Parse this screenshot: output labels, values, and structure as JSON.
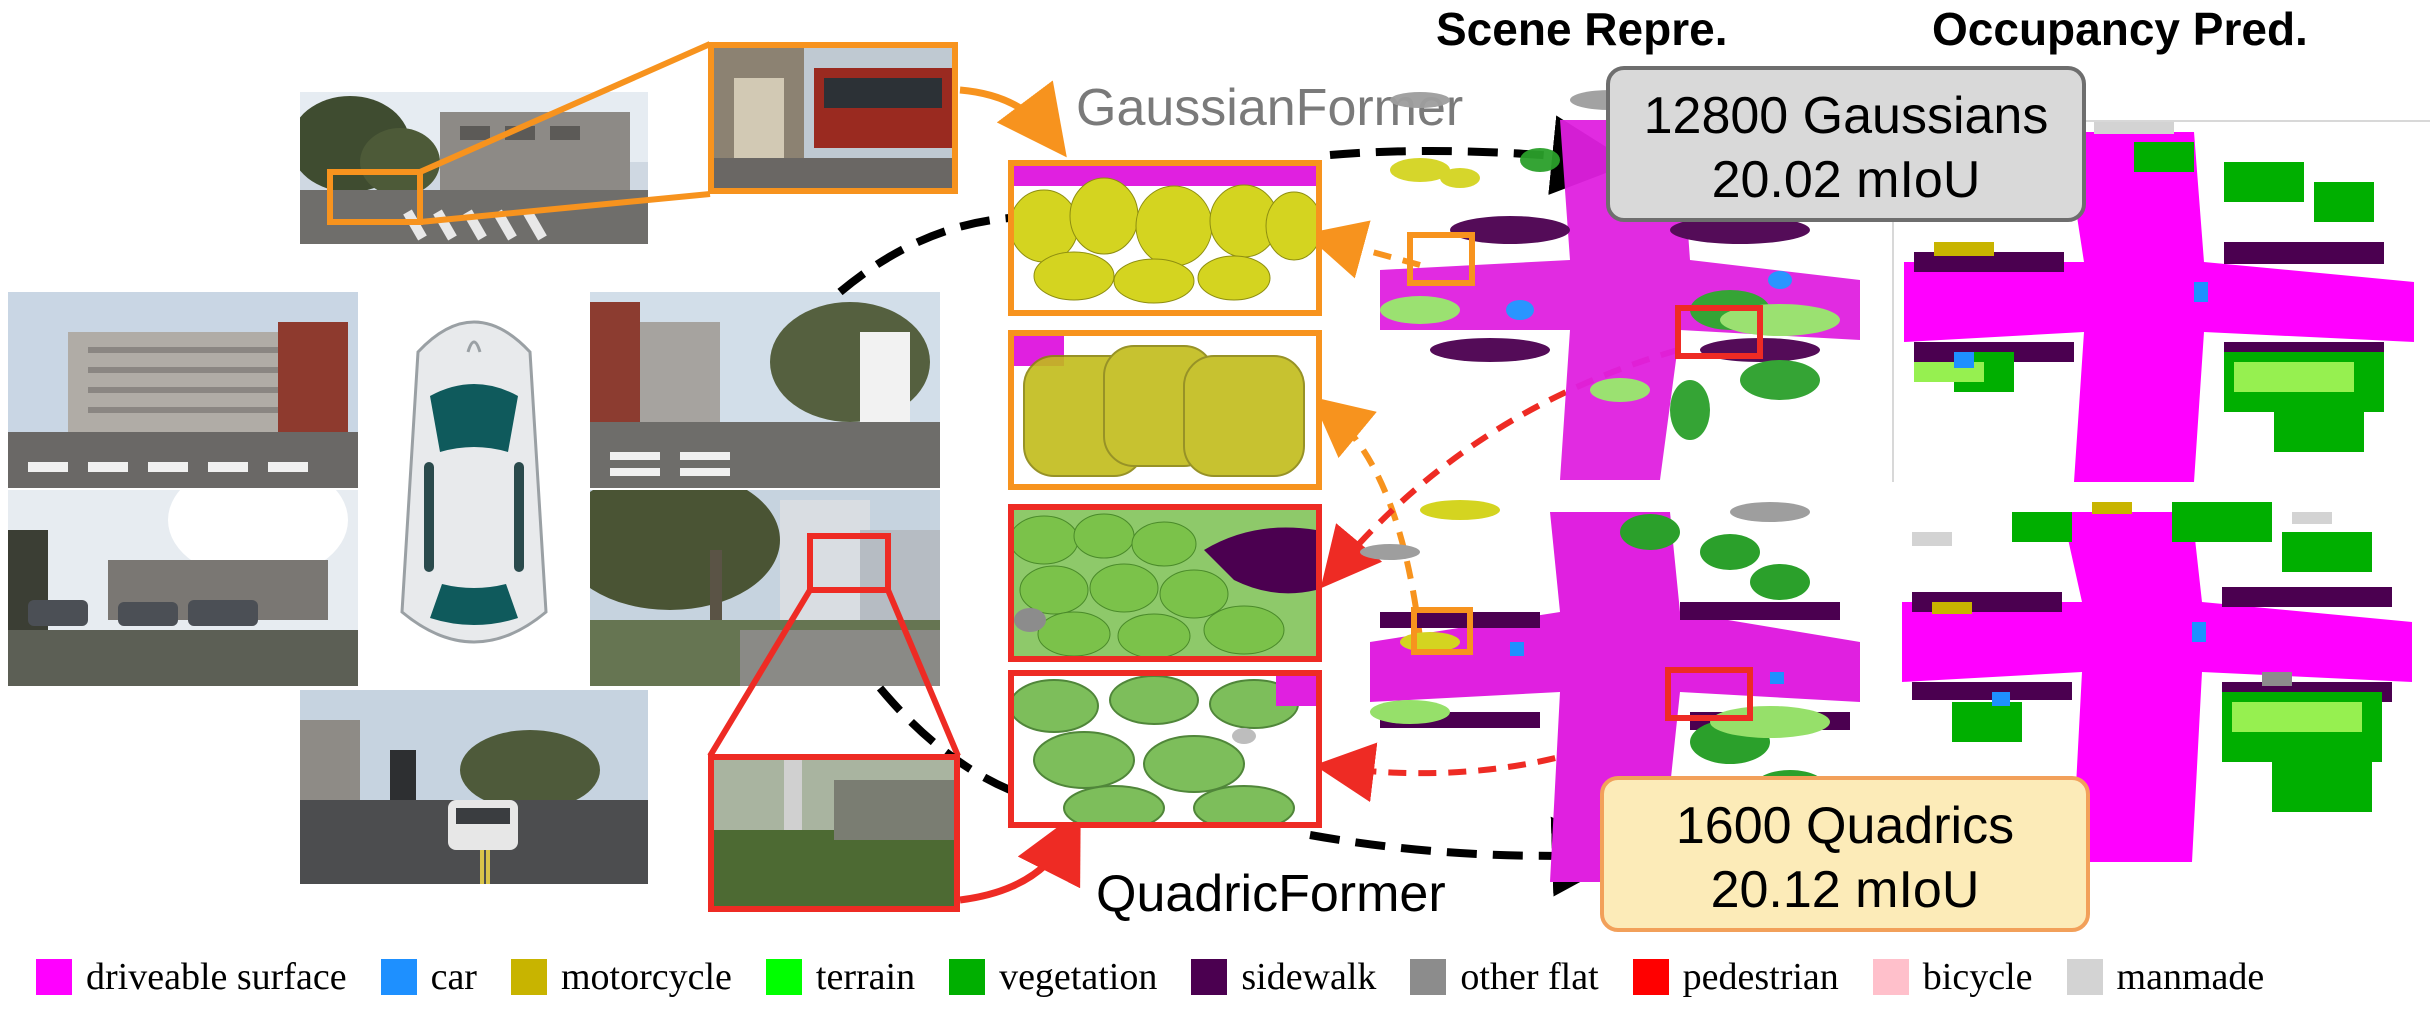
{
  "headers": {
    "scene": "Scene Repre.",
    "occupancy": "Occupancy Pred."
  },
  "methods": {
    "gaussian": "GaussianFormer",
    "quadric": "QuadricFormer"
  },
  "callouts": {
    "gaussian": {
      "line1": "12800 Gaussians",
      "line2": "20.02 mIoU"
    },
    "quadric": {
      "line1": "1600 Quadrics",
      "line2": "20.12 mIoU"
    }
  },
  "colors": {
    "gaussian_accent": "#F7931E",
    "quadric_accent": "#EE2B24",
    "driveable": "#FF00FF",
    "sidewalk": "#4B0050",
    "vegetation": "#00AF00",
    "terrain": "#96F050",
    "car": "#1E90FF",
    "motorcycle": "#C8B400",
    "other_flat": "#8C8C8C",
    "pedestrian": "#FF0000",
    "bicycle": "#FFC0CB",
    "manmade": "#D3D3D3"
  },
  "legend": [
    {
      "label": "driveable surface",
      "color": "#FF00FF"
    },
    {
      "label": "car",
      "color": "#1E90FF"
    },
    {
      "label": "motorcycle",
      "color": "#C8B400"
    },
    {
      "label": "terrain",
      "color": "#00FF00"
    },
    {
      "label": "vegetation",
      "color": "#00AF00"
    },
    {
      "label": "sidewalk",
      "color": "#4B0050"
    },
    {
      "label": "other flat",
      "color": "#8C8C8C"
    },
    {
      "label": "pedestrian",
      "color": "#FF0000"
    },
    {
      "label": "bicycle",
      "color": "#FFC0CB"
    },
    {
      "label": "manmade",
      "color": "#D3D3D3"
    }
  ]
}
